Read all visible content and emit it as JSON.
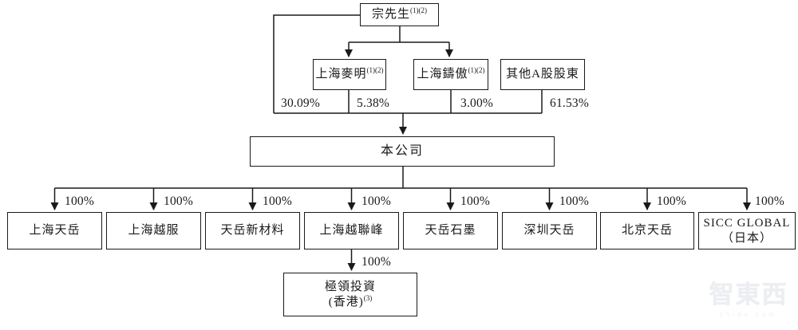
{
  "nodes": {
    "zong": {
      "label": "宗先生",
      "sup": "(1)(2)"
    },
    "maiming": {
      "label": "上海麥明",
      "sup": "(1)(2)"
    },
    "zhuao": {
      "label": "上海鑄傲",
      "sup": "(1)(2)"
    },
    "other_a": {
      "label": "其他A股股東"
    },
    "company": {
      "label": "本公司"
    },
    "subsidiaries": [
      {
        "label": "上海天岳",
        "ownership": "100%"
      },
      {
        "label": "上海越服",
        "ownership": "100%"
      },
      {
        "label": "天岳新材料",
        "ownership": "100%"
      },
      {
        "label": "上海越聯峰",
        "ownership": "100%"
      },
      {
        "label": "天岳石墨",
        "ownership": "100%"
      },
      {
        "label": "深圳天岳",
        "ownership": "100%"
      },
      {
        "label": "北京天岳",
        "ownership": "100%"
      },
      {
        "label": "SICC GLOBAL",
        "label_line2": "（日本）",
        "ownership": "100%"
      }
    ],
    "hk": {
      "label": "極領投資",
      "label_line2": "(香港)",
      "sup": "(3)",
      "ownership": "100%"
    }
  },
  "shareholdings_in_company": [
    {
      "holder": "宗先生",
      "pct": "30.09%"
    },
    {
      "holder": "上海麥明",
      "pct": "5.38%"
    },
    {
      "holder": "上海鑄傲",
      "pct": "3.00%"
    },
    {
      "holder": "其他A股股東",
      "pct": "61.53%"
    }
  ],
  "watermark": {
    "text": "智東西",
    "subtext": "zhidx.com"
  },
  "colors": {
    "line": "#1a1a1a",
    "background": "#ffffff",
    "watermark": "#eceef1"
  }
}
